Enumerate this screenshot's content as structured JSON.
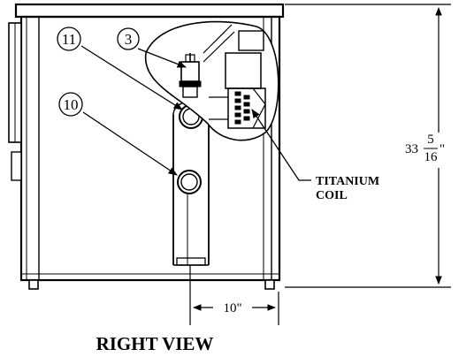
{
  "callouts": [
    "11",
    "3",
    "10"
  ],
  "label_coil_line1": "TITANIUM",
  "label_coil_line2": "COIL",
  "dimension_height": {
    "whole": "33",
    "numerator": "5",
    "denominator": "16",
    "unit": "\""
  },
  "dimension_width": "10\"",
  "view_title": "RIGHT VIEW"
}
